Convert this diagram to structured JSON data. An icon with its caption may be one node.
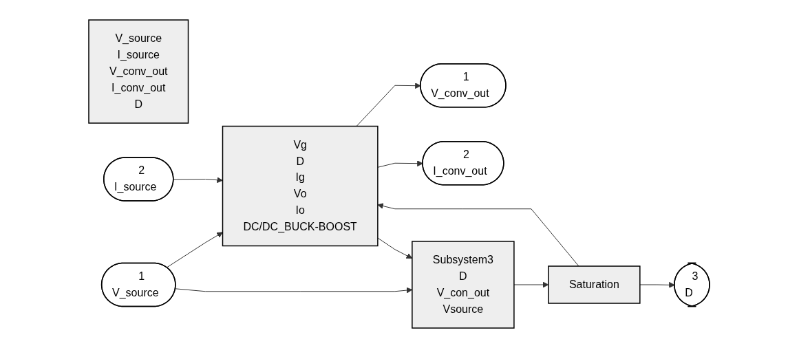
{
  "diagram": {
    "nodes": [
      {
        "text": [
          "V_source",
          "I_source",
          "V_conv_out",
          "I_conv_out",
          "D"
        ]
      },
      {
        "text": [
          "1",
          "V_source"
        ]
      },
      {
        "text": [
          "2",
          "I_source"
        ]
      },
      {
        "text": [
          "Vg",
          "D",
          "Ig",
          "Vo",
          "Io",
          "DC/DC_BUCK-BOOST"
        ]
      },
      {
        "text": [
          "1",
          "V_conv_out"
        ]
      },
      {
        "text": [
          "2",
          "I_conv_out"
        ]
      },
      {
        "text": [
          "Saturation"
        ]
      },
      {
        "text": [
          "Subsystem3",
          "D",
          "V_con_out",
          "Vsource"
        ]
      },
      {
        "text": [
          "3",
          "D"
        ]
      }
    ],
    "edges": [
      {
        "from": 1,
        "to": 3,
        "arrow": "to"
      },
      {
        "from": 1,
        "to": 7,
        "arrow": "to"
      },
      {
        "from": 2,
        "to": 3,
        "arrow": "to"
      },
      {
        "from": 3,
        "to": 4,
        "arrow": "to"
      },
      {
        "from": 3,
        "to": 7,
        "arrow": "to"
      },
      {
        "from": 3,
        "to": 5,
        "arrow": "to"
      },
      {
        "from": 7,
        "to": 6,
        "arrow": "to"
      },
      {
        "from": 6,
        "to": 3,
        "arrow": "to"
      },
      {
        "from": 6,
        "to": 8,
        "arrow": "to"
      }
    ]
  }
}
